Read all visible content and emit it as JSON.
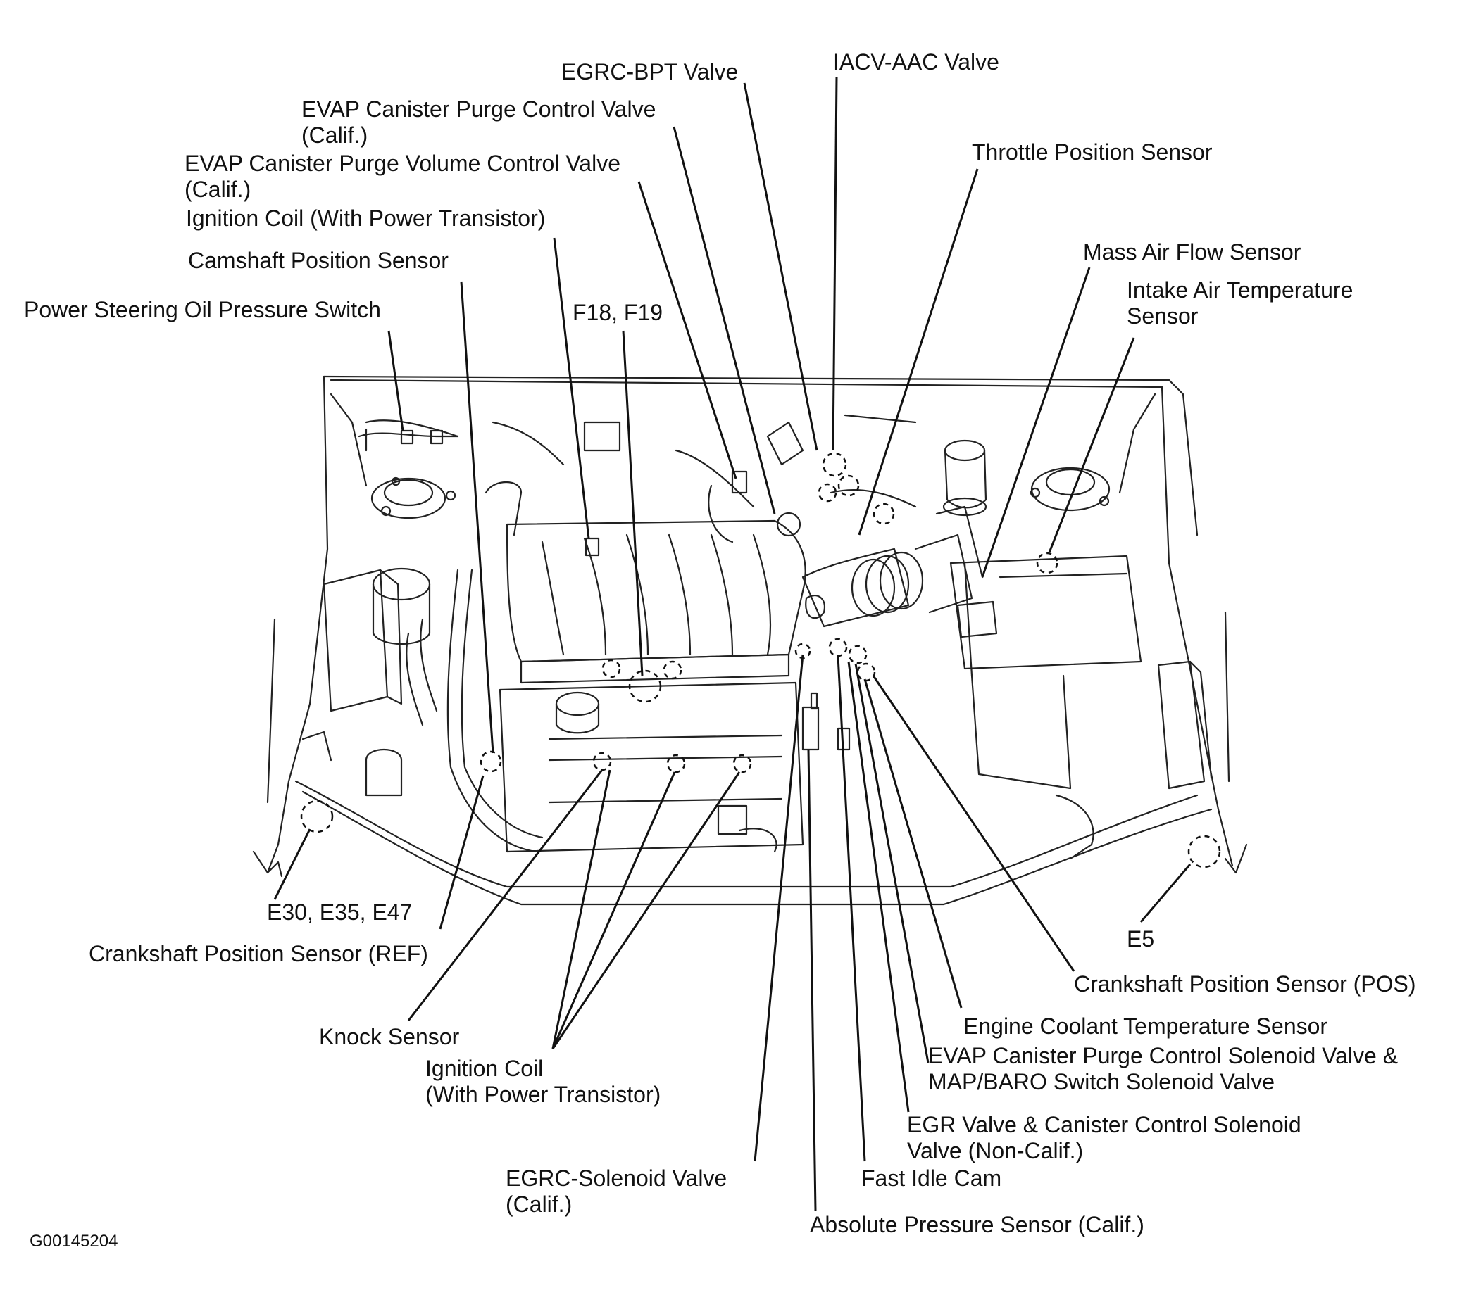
{
  "figure_id": "G00145204",
  "labels": {
    "egrc_bpt_valve": "EGRC-BPT Valve",
    "iacv_aac_valve": "IACV-AAC Valve",
    "evap_purge_control_valve": [
      "EVAP Canister Purge Control Valve",
      "(Calif.)"
    ],
    "evap_purge_volume_control_valve": [
      "EVAP Canister Purge Volume Control Valve",
      "(Calif.)"
    ],
    "throttle_position_sensor": "Throttle Position Sensor",
    "ignition_coil_top": "Ignition Coil (With Power Transistor)",
    "camshaft_position_sensor": "Camshaft Position Sensor",
    "mass_air_flow_sensor": "Mass Air Flow Sensor",
    "intake_air_temperature_sensor": [
      "Intake Air Temperature",
      "Sensor"
    ],
    "power_steering_switch": "Power Steering Oil Pressure Switch",
    "f18_f19": "F18, F19",
    "e30_e35_e47": "E30, E35, E47",
    "e5": "E5",
    "crankshaft_ref": "Crankshaft Position Sensor (REF)",
    "crankshaft_pos": "Crankshaft Position Sensor (POS)",
    "knock_sensor": "Knock Sensor",
    "ignition_coil_bottom": [
      "Ignition Coil",
      "(With Power Transistor)"
    ],
    "engine_coolant_temp_sensor": "Engine Coolant Temperature Sensor",
    "evap_solenoid_map_baro": [
      "EVAP Canister Purge Control Solenoid Valve &",
      "MAP/BARO Switch Solenoid Valve"
    ],
    "egr_valve_canister": [
      "EGR Valve & Canister Control Solenoid",
      "Valve  (Non-Calif.)"
    ],
    "egrc_solenoid_valve": [
      "EGRC-Solenoid Valve",
      "(Calif.)"
    ],
    "fast_idle_cam": "Fast Idle Cam",
    "absolute_pressure_sensor": "Absolute Pressure Sensor  (Calif.)"
  }
}
